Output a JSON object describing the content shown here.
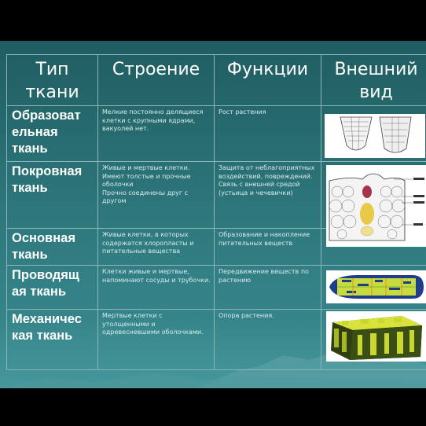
{
  "header": {
    "col1": [
      "Тип",
      "ткани"
    ],
    "col2": "Строение",
    "col3": "Функции",
    "col4": [
      "Внешний",
      "вид"
    ]
  },
  "rows": [
    {
      "type": [
        "Образоват",
        "ельная",
        "ткань"
      ],
      "structure": [
        "Мелкие постоянно делящиеся клетки с крупными ядрами, вакуолей нет."
      ],
      "functions": [
        "Рост растения"
      ]
    },
    {
      "type": [
        "Покровная",
        "ткань"
      ],
      "structure": [
        "Живые и мертвые клетки.",
        "Имеют толстые и прочные оболочки",
        "Прочно соединены друг с другом"
      ],
      "functions": [
        "Защита от неблагоприятных воздействий, повреждений.",
        "Связь с внешней средой (устьица и чечевички)"
      ]
    },
    {
      "type": [
        "Основная",
        "ткань"
      ],
      "structure": [
        "Живые клетки, в которых содержатся хлоропласты и питательные вещества"
      ],
      "functions": [
        "Образование и накопление питательных веществ"
      ]
    },
    {
      "type": [
        "Проводящ",
        "ая ткань"
      ],
      "structure": [
        "Клетки живые и мертвые, напоминают сосуды и трубочки."
      ],
      "functions": [
        "Передвижение веществ по растению"
      ]
    },
    {
      "type": [
        "Механичес",
        "кая ткань"
      ],
      "structure": [
        "Мертвые клетки с утолщенными и одревесневшими оболочками."
      ],
      "functions": [
        "Опора растения."
      ]
    }
  ],
  "illustrations": [
    "meristem-illustration",
    "epidermis-stoma-illustration",
    "vascular-strand-illustration",
    "sclerenchyma-illustration"
  ],
  "colors": {
    "slide_top": "#1f5d61",
    "slide_bottom": "#3b8d93",
    "border": "#8db6b9",
    "text": "#ffffff",
    "small_text": "#d9ecee"
  }
}
